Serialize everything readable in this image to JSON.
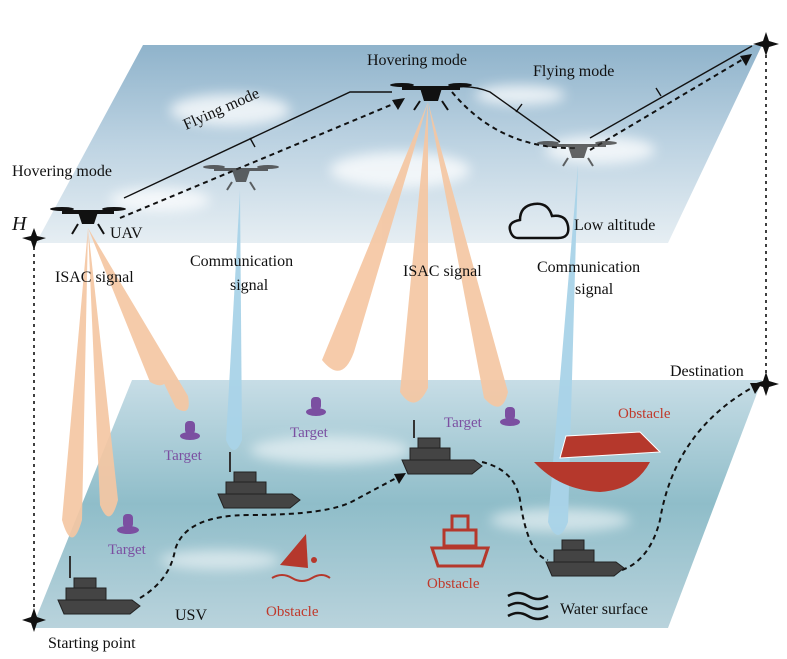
{
  "upper_plane": {
    "hovering_left": "Hovering mode",
    "flying_left": "Flying mode",
    "hovering_center": "Hovering mode",
    "flying_right": "Flying mode",
    "uav_label": "UAV",
    "low_altitude": "Low altitude",
    "height_label": "H",
    "isac_left": "ISAC signal",
    "comm_left_line1": "Communication",
    "comm_left_line2": "signal",
    "isac_center": "ISAC signal",
    "comm_right_line1": "Communication",
    "comm_right_line2": "signal"
  },
  "lower_plane": {
    "destination": "Destination",
    "starting_point": "Starting point",
    "usv_label": "USV",
    "target_1": "Target",
    "target_2": "Target",
    "target_3": "Target",
    "target_4": "Target",
    "obstacle_boat": "Obstacle",
    "obstacle_ship": "Obstacle",
    "obstacle_surfer": "Obstacle",
    "water_surface": "Water surface"
  },
  "colors": {
    "isac_beam": "#f5c7a3",
    "comm_beam": "#a9d3e8",
    "target": "#7b4fa1",
    "obstacle": "#c0392b",
    "text": "#111111"
  }
}
